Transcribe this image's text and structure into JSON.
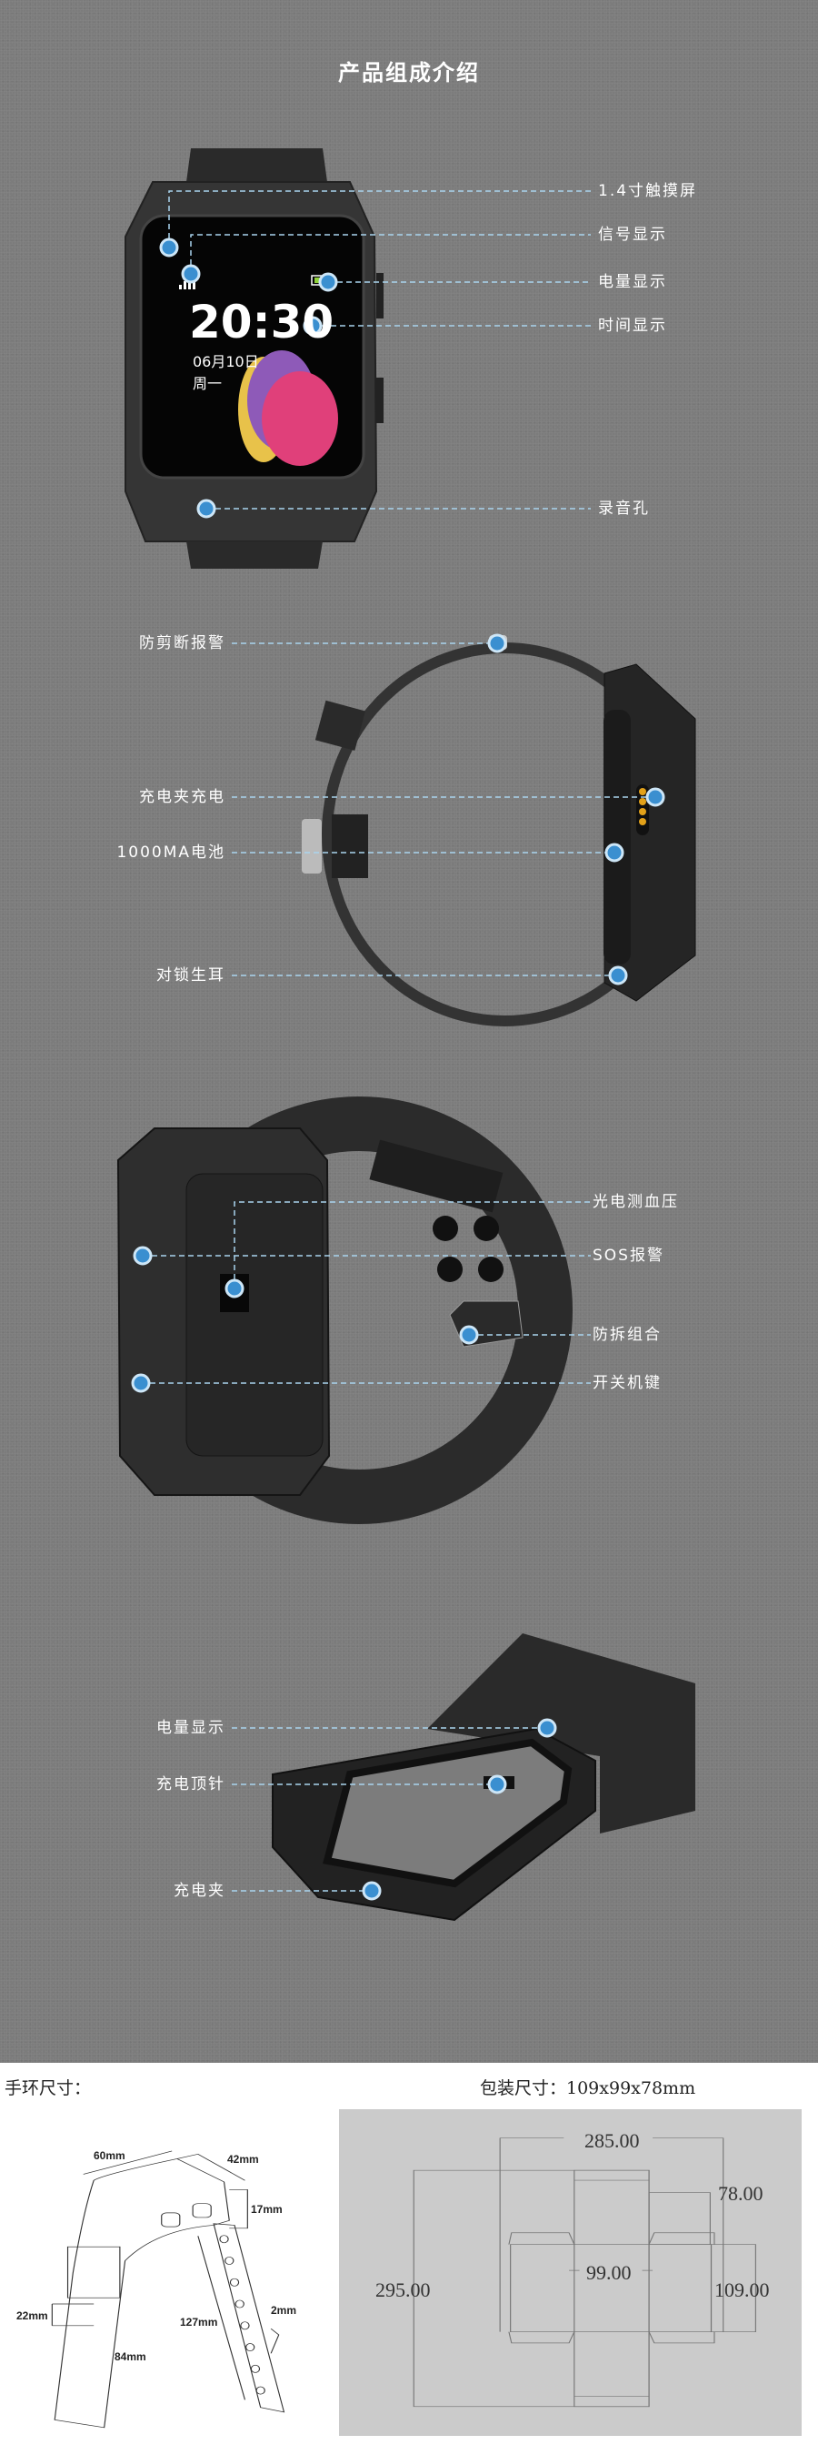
{
  "title": "产品组成介绍",
  "colors": {
    "background": "#7c7c7c",
    "marker": "#3a8fd0",
    "marker_ring": "#cde6f7",
    "line": "#a9d4ee"
  },
  "front": {
    "labels": [
      "1.4寸触摸屏",
      "信号显示",
      "电量显示",
      "时间显示",
      "录音孔"
    ],
    "screen": {
      "time": "20:30",
      "date": "06月10日",
      "weekday": "周一"
    }
  },
  "side": {
    "labels": [
      "防剪断报警",
      "充电夹充电",
      "1000MA电池",
      "对锁生耳"
    ]
  },
  "back": {
    "labels": [
      "光电测血压",
      "SOS报警",
      "防拆组合",
      "开关机键"
    ]
  },
  "charger": {
    "labels": [
      "电量显示",
      "充电顶针",
      "充电夹"
    ]
  },
  "band_size": {
    "heading": "手环尺寸：",
    "dims": [
      "60mm",
      "42mm",
      "17mm",
      "22mm",
      "127mm",
      "2mm",
      "84mm"
    ]
  },
  "package_size": {
    "heading": "包装尺寸：109x99x78mm",
    "dims": [
      "285.00",
      "78.00",
      "99.00",
      "295.00",
      "109.00"
    ]
  }
}
